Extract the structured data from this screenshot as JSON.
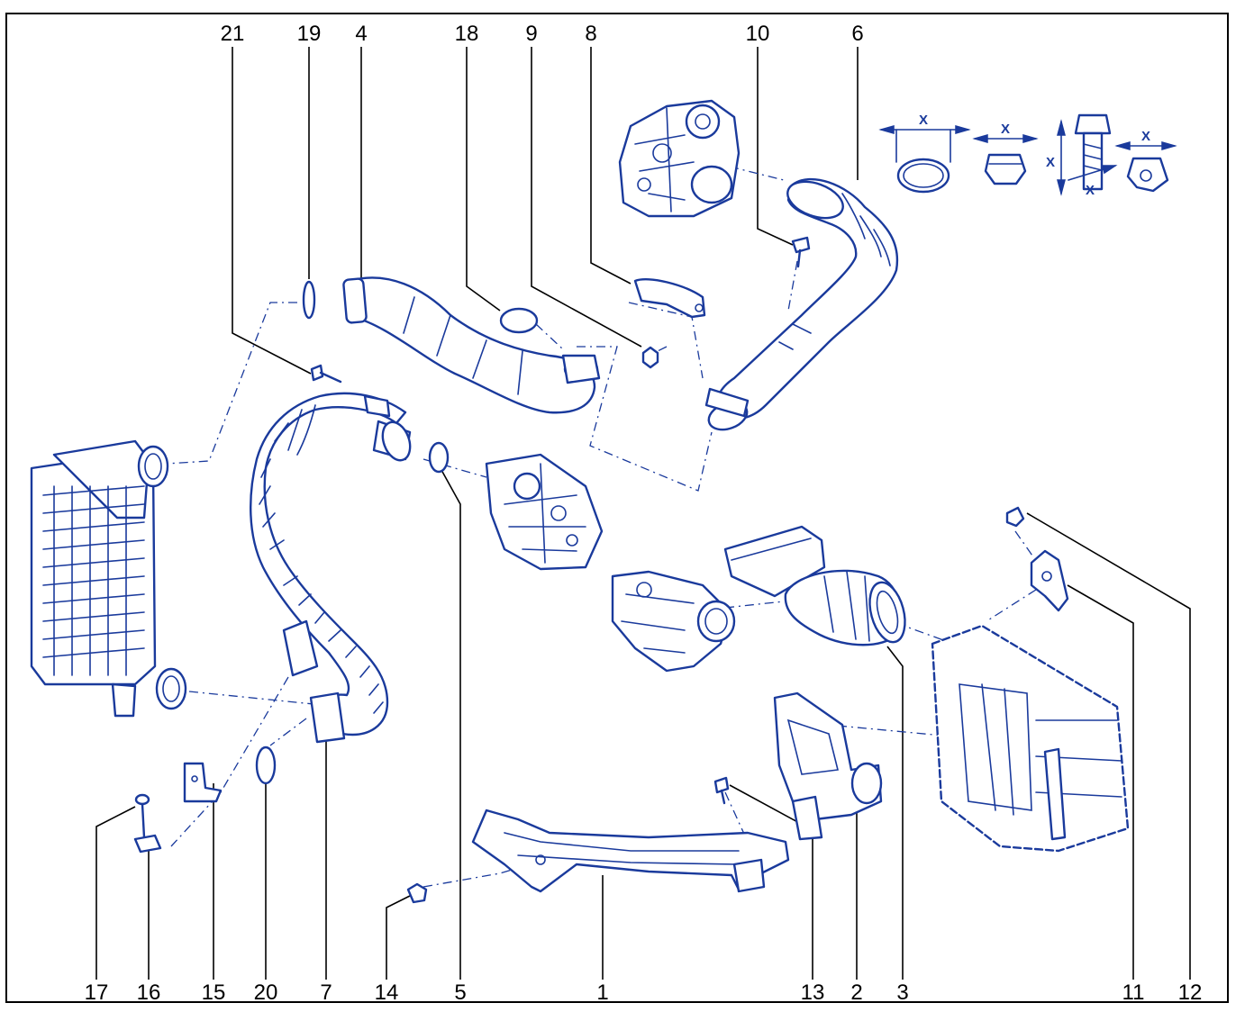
{
  "callouts_top": [
    "21",
    "19",
    "4",
    "18",
    "9",
    "8",
    "10",
    "6"
  ],
  "callouts_bottom": [
    "17",
    "16",
    "15",
    "20",
    "7",
    "14",
    "5",
    "1",
    "13",
    "2",
    "3",
    "11",
    "12"
  ],
  "torque_legend": {
    "symbol": "X"
  },
  "colors": {
    "line": "#1a3a9c",
    "ink": "#000000",
    "background": "#ffffff"
  }
}
